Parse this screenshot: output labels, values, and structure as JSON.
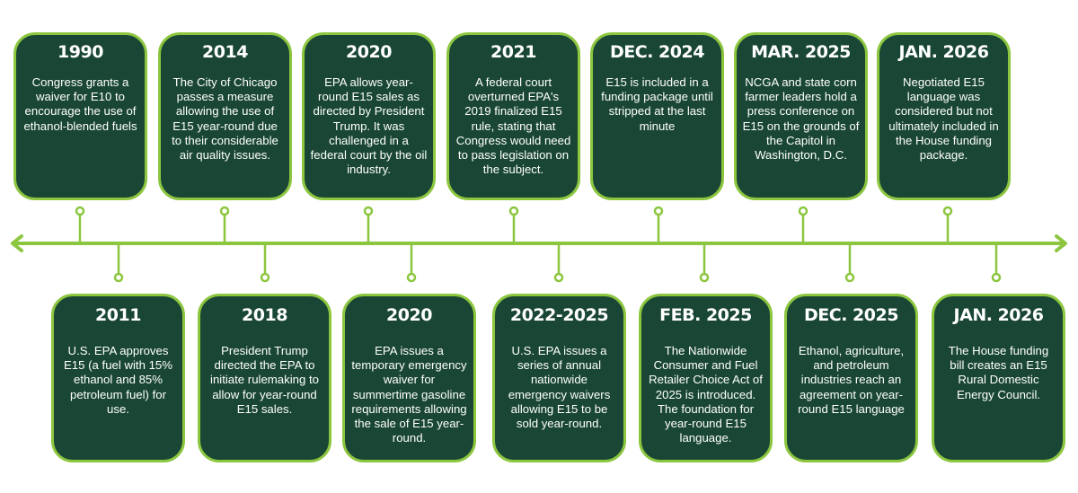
{
  "colors": {
    "box_fill": "#1a4735",
    "box_border": "#8cc63f",
    "timeline": "#8cc63f",
    "text": "#ffffff"
  },
  "top_events": [
    {
      "title": "1990",
      "text": "Congress grants a waiver for E10 to encourage the use of ethanol-blended fuels"
    },
    {
      "title": "2014",
      "text": "The City of Chicago passes a measure allowing the use of E15 year-round due to their considerable air quality issues."
    },
    {
      "title": "2020",
      "text": "EPA allows year-round E15 sales as directed by President Trump. It was challenged in a federal court by the oil industry."
    },
    {
      "title": "2021",
      "text": "A federal court overturned EPA's 2019 finalized E15 rule, stating that Congress would need to pass legislation on the subject."
    },
    {
      "title": "DEC. 2024",
      "text": "E15 is included in a funding package until stripped at the last minute"
    },
    {
      "title": "MAR. 2025",
      "text": "NCGA and state corn farmer leaders hold a press conference on E15 on the grounds of the Capitol in Washington, D.C."
    },
    {
      "title": "JAN. 2026",
      "text": "Negotiated E15 language was considered but not ultimately included in the House funding package."
    }
  ],
  "bottom_events": [
    {
      "title": "2011",
      "text": "U.S. EPA approves E15 (a fuel with 15% ethanol and 85% petroleum fuel) for use."
    },
    {
      "title": "2018",
      "text": "President Trump directed the EPA to initiate rulemaking to allow for year-round E15 sales."
    },
    {
      "title": "2020",
      "text": "EPA issues a temporary emergency waiver for summertime gasoline requirements allowing the sale of E15 year-round."
    },
    {
      "title": "2022-2025",
      "text": "U.S. EPA issues a series of annual nationwide emergency waivers allowing E15 to be sold year-round."
    },
    {
      "title": "FEB. 2025",
      "text": "The Nationwide Consumer and Fuel Retailer Choice Act of 2025 is introduced. The foundation for year-round E15 language."
    },
    {
      "title": "DEC. 2025",
      "text": "Ethanol, agriculture, and petroleum industries reach an agreement on year-round E15 language"
    },
    {
      "title": "JAN. 2026",
      "text": "The House funding bill creates an E15 Rural Domestic Energy Council."
    }
  ]
}
